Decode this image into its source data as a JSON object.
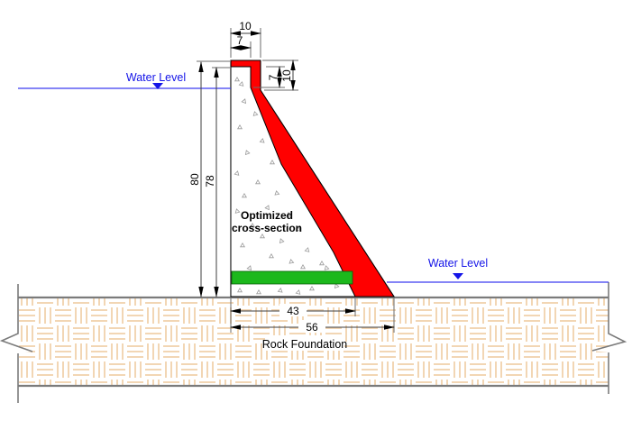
{
  "diagram": {
    "water_left": {
      "label": "Water Level"
    },
    "water_right": {
      "label": "Water Level"
    },
    "dam_label": {
      "line1": "Optimized",
      "line2": "cross-section"
    },
    "foundation": {
      "label": "Rock Foundation"
    },
    "dims": {
      "crest_width_total": "10",
      "crest_width_upstream": "7",
      "crest_depth_inner": "7",
      "crest_depth_outer": "10",
      "height_total": "80",
      "height_below_cap": "78",
      "base_width_optimized": "43",
      "base_width_total": "56"
    },
    "colors": {
      "saved_material": "#ff0000",
      "highlight_bar": "#1cb81c",
      "water": "#3c3cf0",
      "water_text": "#1414e8",
      "foundation_hatch": "#f2d6b4",
      "dimension_line": "#3f3f3f"
    }
  }
}
